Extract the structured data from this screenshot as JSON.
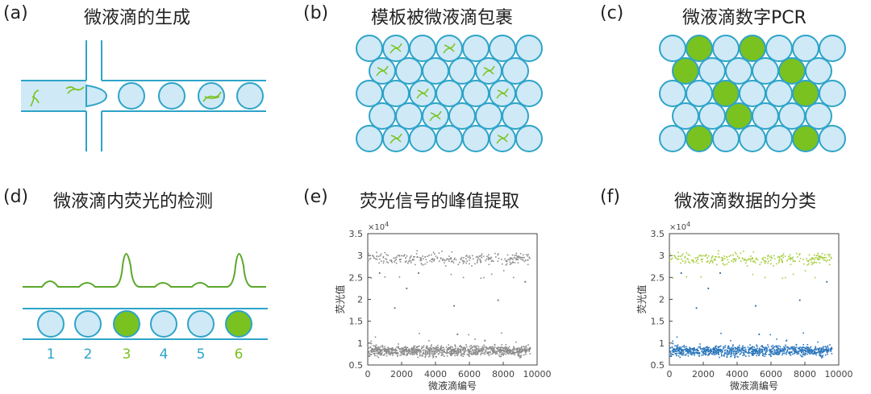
{
  "panels": {
    "a": {
      "label": "(a)",
      "title": "微液滴的生成"
    },
    "b": {
      "label": "(b)",
      "title": "模板被微液滴包裹"
    },
    "c": {
      "label": "(c)",
      "title": "微液滴数字PCR"
    },
    "d": {
      "label": "(d)",
      "title": "微液滴内荧光的检测",
      "droplet_numbers": [
        "1",
        "2",
        "3",
        "4",
        "5",
        "6"
      ],
      "positive_droplets": [
        3,
        6
      ]
    },
    "e": {
      "label": "(e)",
      "title": "荧光信号的峰值提取"
    },
    "f": {
      "label": "(f)",
      "title": "微液滴数据的分类"
    }
  },
  "colors": {
    "channel": "#2ea4c8",
    "droplet_fill": "#cfe9f7",
    "positive_fill": "#7ac21f",
    "dna": "#7ac21f",
    "signal": "#5aa82a",
    "gray_points": "#8a8a8a",
    "green_points": "#a3cc3a",
    "blue_points": "#2a76bb"
  },
  "chart_data": [
    {
      "type": "scatter",
      "title": "",
      "xlabel": "微液滴编号",
      "ylabel": "荧光值",
      "y_exponent_label": "×10^4",
      "xlim": [
        0,
        10000
      ],
      "ylim": [
        0.5,
        3.5
      ],
      "xticks": [
        "0",
        "2000",
        "4000",
        "6000",
        "8000",
        "10000"
      ],
      "yticks": [
        "0.5",
        "1",
        "1.5",
        "2",
        "2.5",
        "3",
        "3.5"
      ],
      "clusters": [
        {
          "name": "",
          "x_range": [
            0,
            9600
          ],
          "y_center": 2.93,
          "y_spread": 0.07,
          "color": "#8a8a8a"
        },
        {
          "name": "",
          "x_range": [
            0,
            9600
          ],
          "y_center": 0.82,
          "y_spread": 0.06,
          "color": "#8a8a8a"
        }
      ],
      "outliers": [
        [
          1600,
          1.8
        ],
        [
          2300,
          2.25
        ],
        [
          5100,
          1.85
        ],
        [
          5300,
          1.2
        ],
        [
          7700,
          1.98
        ],
        [
          9300,
          2.4
        ],
        [
          700,
          2.6
        ],
        [
          3000,
          2.6
        ]
      ]
    },
    {
      "type": "scatter",
      "title": "",
      "xlabel": "微液滴编号",
      "ylabel": "荧光值",
      "y_exponent_label": "×10^4",
      "xlim": [
        0,
        10000
      ],
      "ylim": [
        0.5,
        3.5
      ],
      "xticks": [
        "0",
        "2000",
        "4000",
        "6000",
        "8000",
        "10000"
      ],
      "yticks": [
        "0.5",
        "1",
        "1.5",
        "2",
        "2.5",
        "3",
        "3.5"
      ],
      "clusters": [
        {
          "name": "",
          "x_range": [
            0,
            9600
          ],
          "y_center": 2.93,
          "y_spread": 0.07,
          "color": "#a3cc3a"
        },
        {
          "name": "",
          "x_range": [
            0,
            9600
          ],
          "y_center": 0.82,
          "y_spread": 0.06,
          "color": "#2a76bb"
        }
      ],
      "outliers": [
        [
          1600,
          1.8
        ],
        [
          2300,
          2.25
        ],
        [
          5100,
          1.85
        ],
        [
          5300,
          1.2
        ],
        [
          7700,
          1.98
        ],
        [
          9300,
          2.4
        ],
        [
          700,
          2.6
        ],
        [
          3000,
          2.6
        ]
      ]
    }
  ]
}
